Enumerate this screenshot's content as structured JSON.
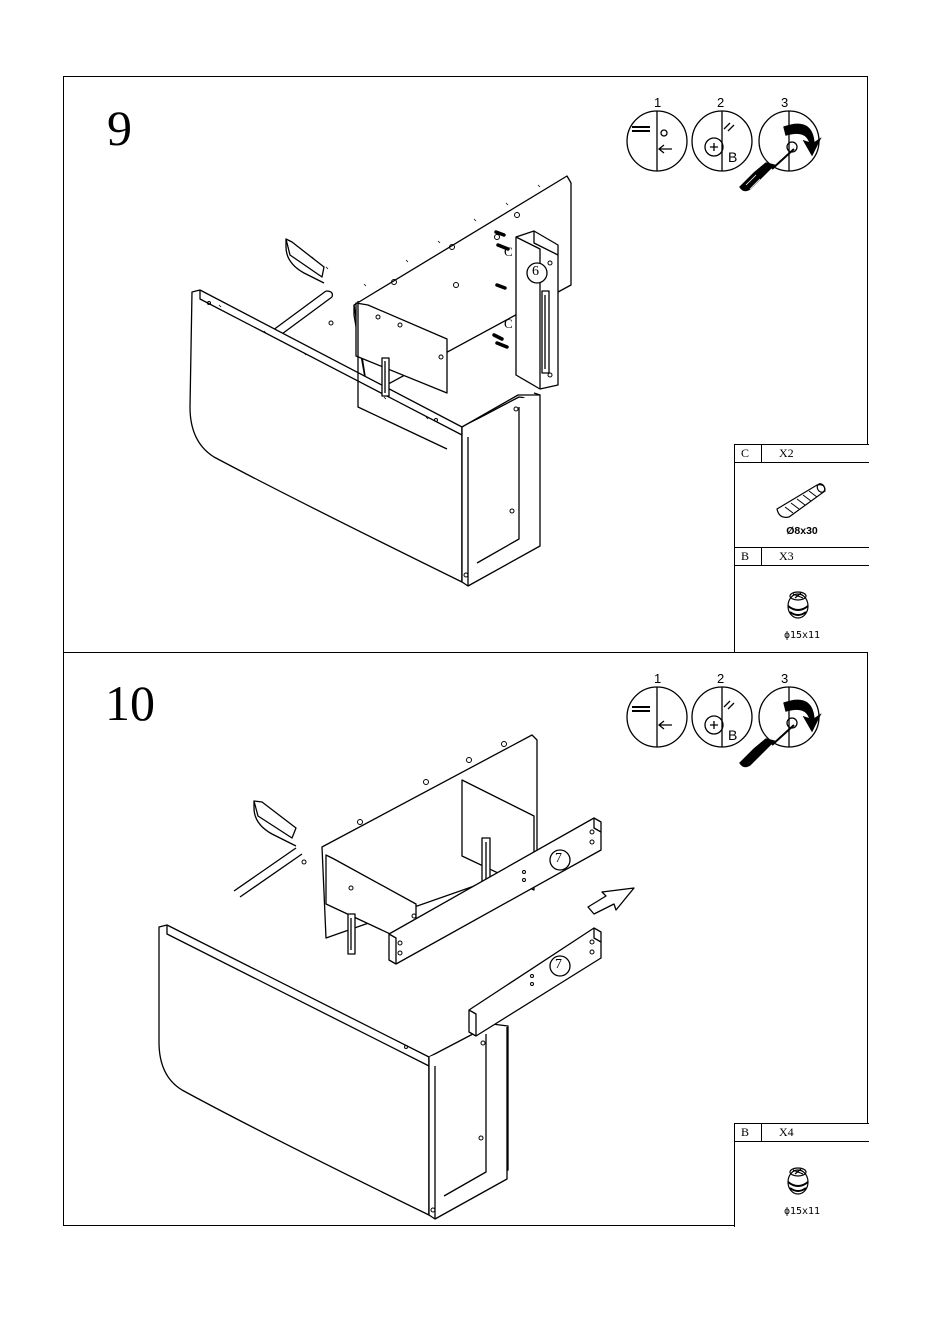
{
  "steps": [
    {
      "number": "9",
      "inset_numbers": [
        "1",
        "2",
        "3"
      ],
      "inset_letter": "B",
      "part_number": "6",
      "dowel_labels": [
        "C",
        "C"
      ],
      "parts": [
        {
          "code": "C",
          "qty": "X2",
          "size": "Ø8x30",
          "icon": "wooden-dowel-icon"
        },
        {
          "code": "B",
          "qty": "X3",
          "size": "ϕ15x11",
          "icon": "cam-lock-icon"
        }
      ]
    },
    {
      "number": "10",
      "inset_numbers": [
        "1",
        "2",
        "3"
      ],
      "inset_letter": "B",
      "part_labels": [
        "7",
        "7"
      ],
      "parts": [
        {
          "code": "B",
          "qty": "X4",
          "size": "ϕ15x11",
          "icon": "cam-lock-icon"
        }
      ]
    }
  ]
}
